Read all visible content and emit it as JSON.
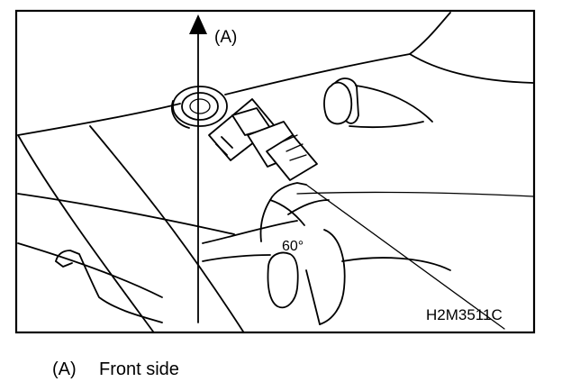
{
  "figure": {
    "arrow_label": "(A)",
    "angle_label": "60°",
    "figure_code": "H2M3511C"
  },
  "caption": {
    "key": "(A)",
    "text": "Front side"
  }
}
